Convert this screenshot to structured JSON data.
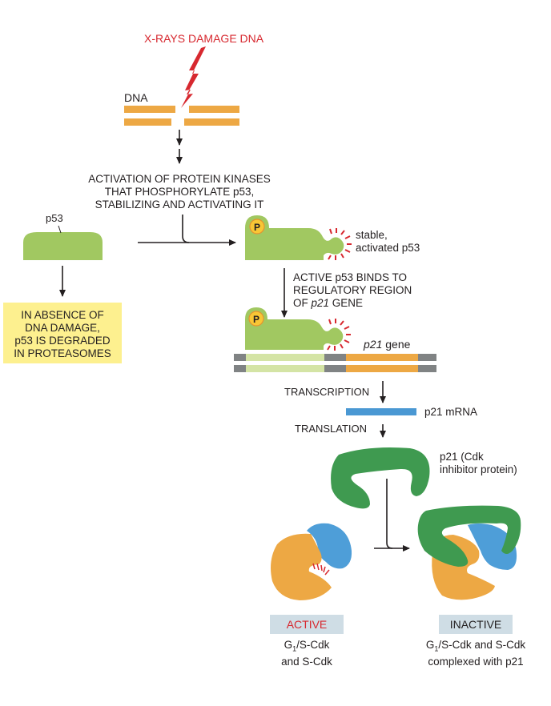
{
  "colors": {
    "dna_orange": "#eda844",
    "p53_green": "#a1c861",
    "light_green": "#d4e4a5",
    "grey": "#808384",
    "mrna_blue": "#4a98d3",
    "p21_green": "#3f9a50",
    "cdk_blue": "#4e9ed8",
    "cdk_orange": "#eda844",
    "red": "#d7282f",
    "phospho_yellow": "#f8c635",
    "note_yellow": "#fdf08f",
    "label_bg": "#cfdde5"
  },
  "labels": {
    "xrays": "X-RAYS DAMAGE DNA",
    "dna": "DNA",
    "activation": [
      "ACTIVATION OF PROTEIN KINASES",
      "THAT PHOSPHORYLATE p53,",
      "STABILIZING AND ACTIVATING IT"
    ],
    "p53": "p53",
    "stable": [
      "stable,",
      "activated p53"
    ],
    "binds": [
      "ACTIVE p53 BINDS TO",
      "REGULATORY REGION",
      "OF ",
      "p21",
      " GENE"
    ],
    "absence": [
      "IN ABSENCE OF",
      "DNA DAMAGE,",
      "p53 IS DEGRADED",
      "IN PROTEASOMES"
    ],
    "p21_gene_italic": "p21",
    "p21_gene_rest": " gene",
    "transcription": "TRANSCRIPTION",
    "mrna": "p21 mRNA",
    "translation": "TRANSLATION",
    "p21_protein": [
      "p21 (Cdk",
      "inhibitor protein)"
    ],
    "phospho": "P",
    "active": "ACTIVE",
    "inactive": "INACTIVE",
    "active_desc": [
      "G",
      "1",
      "/S-Cdk",
      "and S-Cdk"
    ],
    "inactive_desc": [
      "G",
      "1",
      "/S-Cdk and S-Cdk",
      "complexed with p21"
    ]
  }
}
